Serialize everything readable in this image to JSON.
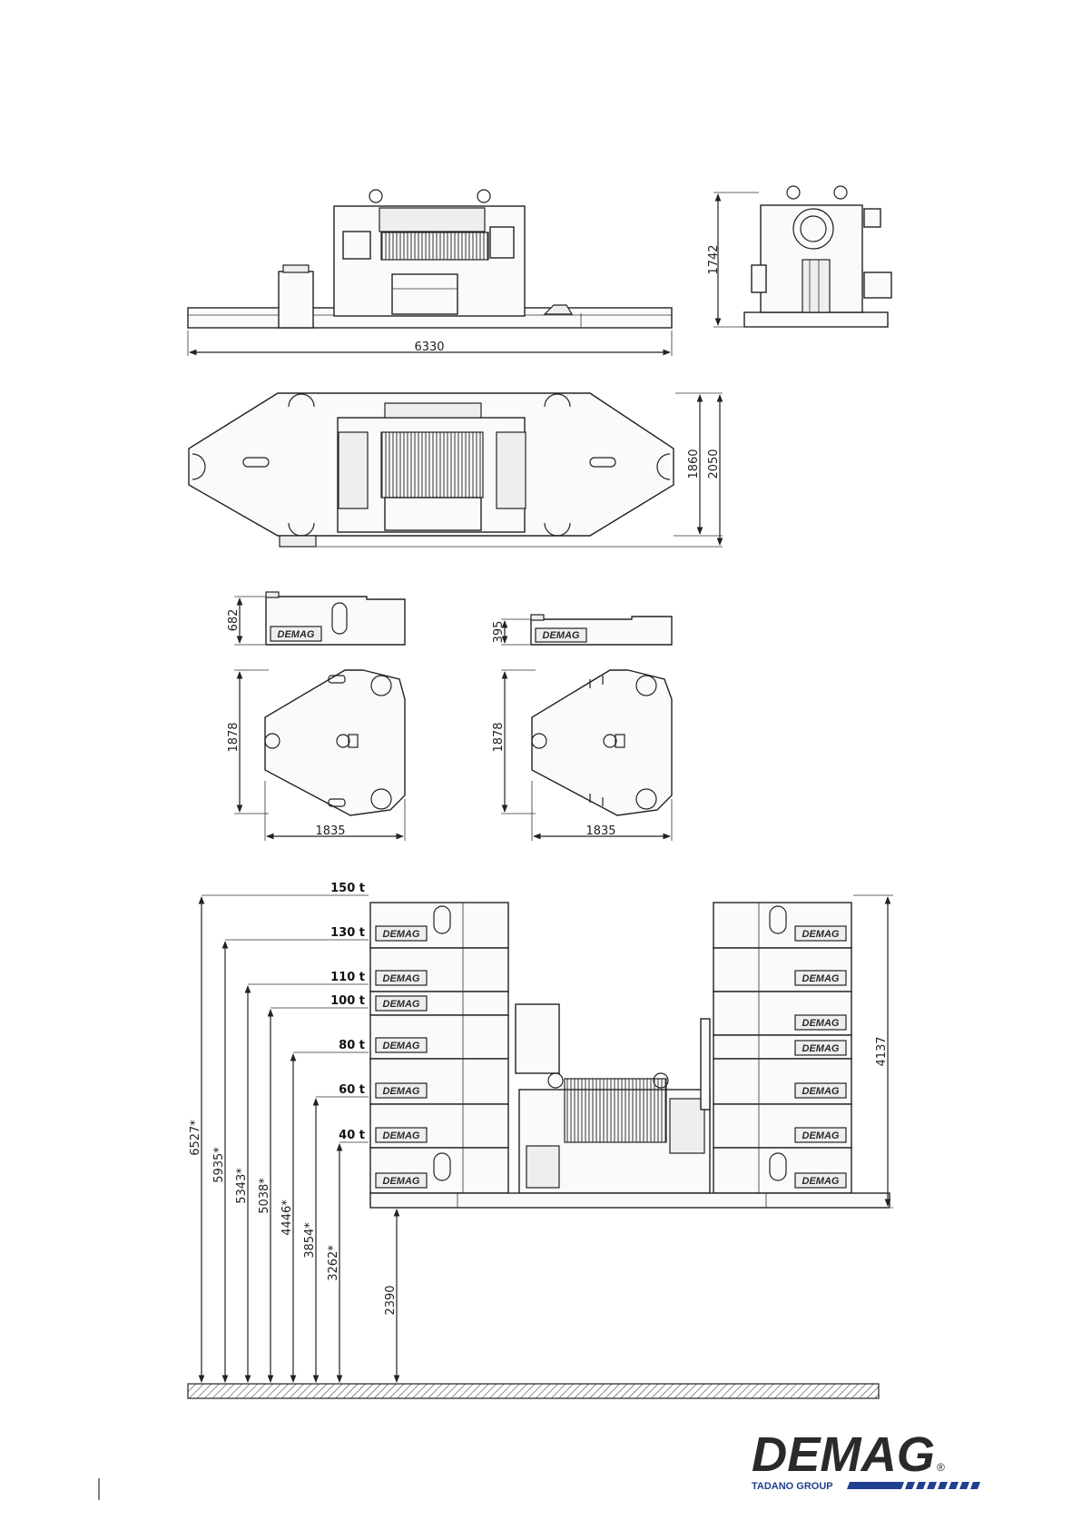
{
  "views": {
    "side": {
      "width": "6330",
      "height": "1742"
    },
    "top": {
      "inner_width": "1860",
      "outer_width": "2050"
    },
    "weights": {
      "large": {
        "height": "682",
        "depth": "1878",
        "width": "1835"
      },
      "small": {
        "height": "395",
        "depth": "1878",
        "width": "1835"
      },
      "logo": "DEMAG"
    }
  },
  "stack": {
    "capacities": [
      "150 t",
      "130 t",
      "110 t",
      "100 t",
      "80 t",
      "60 t",
      "40 t"
    ],
    "heights": [
      "6527*",
      "5935*",
      "5343*",
      "5038*",
      "4446*",
      "3854*",
      "3262*"
    ],
    "base_height": "2390",
    "right_height": "4137"
  },
  "footer": {
    "brand": "DEMAG",
    "registered": "®",
    "group": "TADANO GROUP",
    "accent_color": "#1f3f8f"
  }
}
